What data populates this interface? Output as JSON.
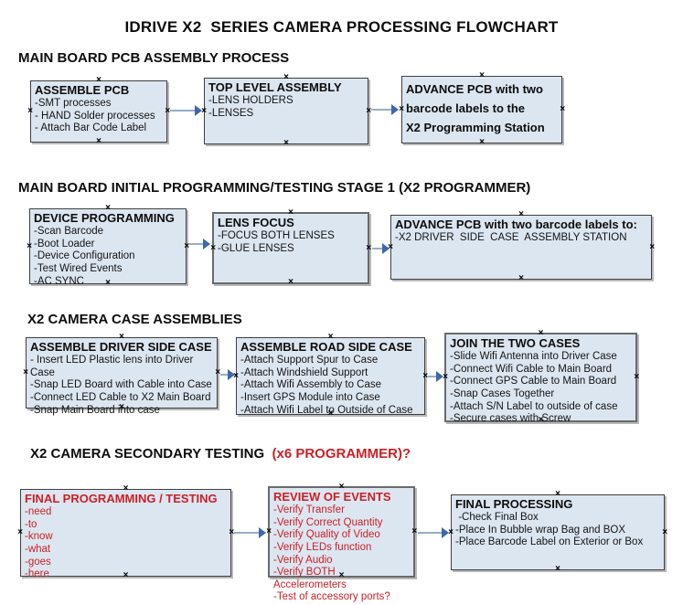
{
  "title": "IDRIVE X2  SERIES CAMERA PROCESSING FLOWCHART",
  "colors": {
    "box_fill": "#dce6f1",
    "box_border": "#3f3f3f",
    "arrow_line": "#94aecb",
    "arrow_head": "#3c69a8",
    "red": "#cb2026"
  },
  "sections": [
    {
      "heading": "MAIN BOARD PCB ASSEMBLY PROCESS",
      "heading_suffix": "",
      "boxes": [
        {
          "title": "ASSEMBLE PCB",
          "items": [
            "-SMT processes",
            "- HAND Solder processes",
            "- Attach Bar Code Label"
          ]
        },
        {
          "title": "TOP LEVEL ASSEMBLY",
          "items": [
            "-LENS HOLDERS",
            "-LENSES"
          ]
        },
        {
          "title": "ADVANCE PCB with two\nbarcode labels to the\n X2 Programming Station",
          "items": []
        }
      ]
    },
    {
      "heading": "MAIN BOARD INITIAL PROGRAMMING/TESTING STAGE 1 (X2 PROGRAMMER)",
      "heading_suffix": "",
      "boxes": [
        {
          "title": "DEVICE PROGRAMMING",
          "items": [
            "-Scan Barcode",
            "-Boot Loader",
            "-Device Configuration",
            "-Test Wired Events",
            "-AC SYNC"
          ]
        },
        {
          "title": "LENS FOCUS",
          "items": [
            "-FOCUS BOTH LENSES",
            "-GLUE LENSES"
          ]
        },
        {
          "title": "ADVANCE PCB with two barcode labels to:",
          "items": [
            "-X2 DRIVER  SIDE  CASE  ASSEMBLY STATION"
          ]
        }
      ]
    },
    {
      "heading": "X2 CAMERA CASE ASSEMBLIES",
      "heading_suffix": "",
      "boxes": [
        {
          "title": "ASSEMBLE DRIVER SIDE CASE",
          "items": [
            "- Insert LED Plastic lens into Driver Case",
            "-Snap LED Board with Cable into Case",
            "-Connect LED Cable to X2 Main Board",
            "-Snap Main Board into case"
          ]
        },
        {
          "title": "ASSEMBLE ROAD SIDE CASE",
          "items": [
            "-Attach Support Spur to Case",
            "-Attach Windshield Support",
            "-Attach Wifi Assembly to Case",
            "-Insert GPS Module into Case",
            "-Attach Wifi Label to Outside of Case"
          ]
        },
        {
          "title": "JOIN THE TWO CASES",
          "items": [
            "-Slide Wifi Antenna into Driver Case",
            "-Connect Wifi Cable to Main Board",
            "-Connect GPS Cable to Main Board",
            "-Snap Cases Together",
            "-Attach S/N Label to outside of case",
            "-Secure cases with Screw"
          ]
        }
      ]
    },
    {
      "heading": "X2 CAMERA SECONDARY TESTING ",
      "heading_suffix": " (x6 PROGRAMMER)?",
      "boxes": [
        {
          "title": "FINAL PROGRAMMING / TESTING",
          "items": [
            "-need",
            "-to",
            "-know",
            "-what",
            "-goes",
            "-here"
          ]
        },
        {
          "title": "REVIEW OF EVENTS",
          "items": [
            "-Verify Transfer",
            "-Verify Correct Quantity",
            "-Verify Quality of Video",
            "-Verify LEDs function",
            "-Verify Audio",
            "-Verify BOTH Accelerometers",
            "-Test of accessory ports?"
          ]
        },
        {
          "title": "FINAL PROCESSING",
          "items": [
            " -Check Final Box",
            "-Place In Bubble wrap Bag and BOX",
            "-Place Barcode Label on Exterior or Box"
          ]
        }
      ]
    }
  ]
}
